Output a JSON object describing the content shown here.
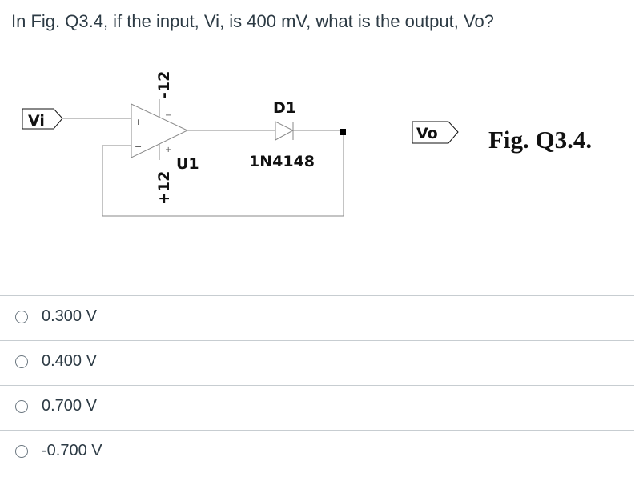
{
  "question": {
    "text": "In Fig. Q3.4, if the input, Vi, is 400 mV, what is the output, Vo?"
  },
  "figure": {
    "caption": "Fig. Q3.4.",
    "input_label": "Vi",
    "output_label": "Vo",
    "opamp_label": "U1",
    "diode_ref": "D1",
    "diode_part": "1N4148",
    "neg_supply": "-12",
    "pos_supply": "+12",
    "plus_sign": "+",
    "minus_sign": "−"
  },
  "answers": {
    "options": [
      {
        "label": "0.300 V",
        "selected": false
      },
      {
        "label": "0.400 V",
        "selected": false
      },
      {
        "label": "0.700 V",
        "selected": false
      },
      {
        "label": "-0.700 V",
        "selected": false
      }
    ]
  }
}
